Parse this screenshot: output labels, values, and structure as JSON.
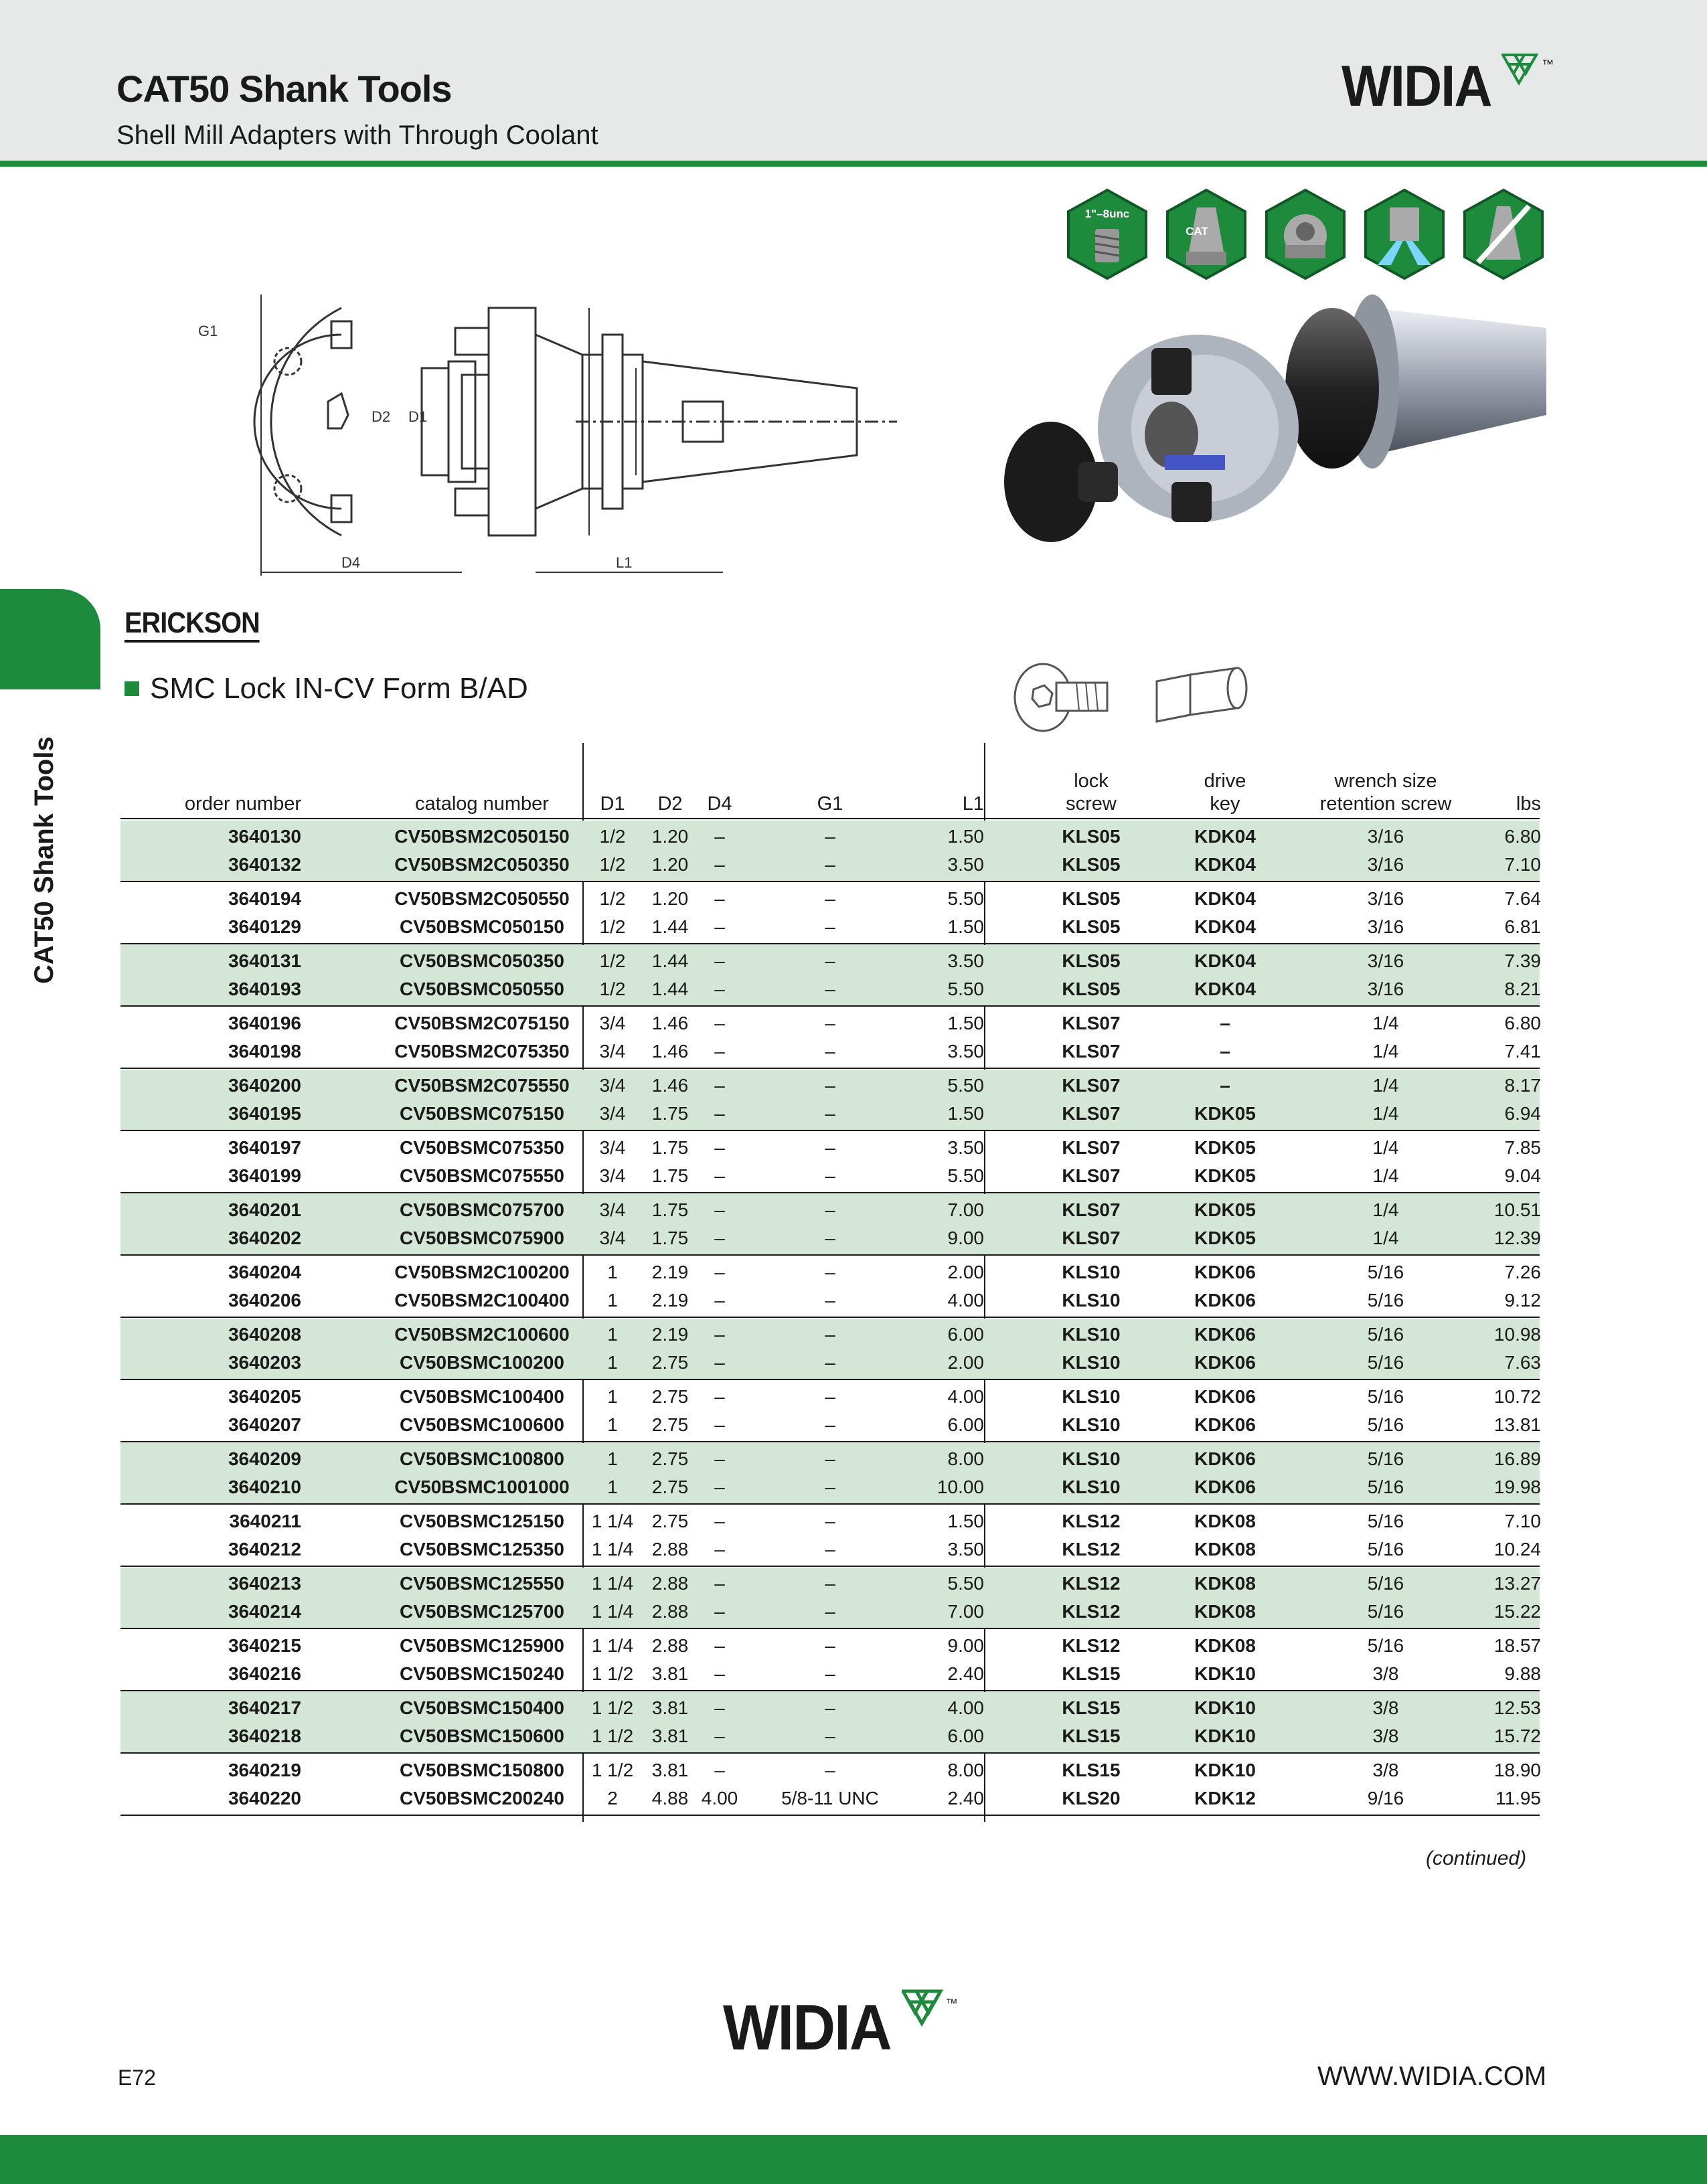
{
  "header": {
    "title": "CAT50 Shank Tools",
    "subtitle": "Shell Mill Adapters with Through Coolant",
    "logo": "WIDIA",
    "logo_tm": "™"
  },
  "side_tab": {
    "label": "CAT50 Shank Tools"
  },
  "feature_icons": [
    {
      "name": "thread-icon",
      "text": "1\"–8unc"
    },
    {
      "name": "cat-taper-icon",
      "text": "CAT"
    },
    {
      "name": "adapter-icon",
      "text": ""
    },
    {
      "name": "coolant-icon",
      "text": ""
    },
    {
      "name": "no-balance-icon",
      "text": ""
    }
  ],
  "drawing_labels": {
    "g1": "G1",
    "d2": "D2",
    "d1": "D1",
    "d4": "D4",
    "l1": "L1"
  },
  "brand": "ERICKSON",
  "section_title": "SMC Lock IN-CV Form B/AD",
  "table": {
    "headers": {
      "order_number": "order number",
      "catalog_number": "catalog number",
      "d1": "D1",
      "d2": "D2",
      "d4": "D4",
      "g1": "G1",
      "l1": "L1",
      "lock_screw_1": "lock",
      "lock_screw_2": "screw",
      "drive_key_1": "drive",
      "drive_key_2": "key",
      "wrench_1": "wrench size",
      "wrench_2": "retention screw",
      "lbs": "lbs"
    },
    "groups": [
      {
        "shade": true,
        "rows": [
          [
            "3640130",
            "CV50BSM2C050150",
            "1/2",
            "1.20",
            "–",
            "–",
            "1.50",
            "KLS05",
            "KDK04",
            "3/16",
            "6.80"
          ],
          [
            "3640132",
            "CV50BSM2C050350",
            "1/2",
            "1.20",
            "–",
            "–",
            "3.50",
            "KLS05",
            "KDK04",
            "3/16",
            "7.10"
          ]
        ]
      },
      {
        "shade": false,
        "rows": [
          [
            "3640194",
            "CV50BSM2C050550",
            "1/2",
            "1.20",
            "–",
            "–",
            "5.50",
            "KLS05",
            "KDK04",
            "3/16",
            "7.64"
          ],
          [
            "3640129",
            "CV50BSMC050150",
            "1/2",
            "1.44",
            "–",
            "–",
            "1.50",
            "KLS05",
            "KDK04",
            "3/16",
            "6.81"
          ]
        ]
      },
      {
        "shade": true,
        "rows": [
          [
            "3640131",
            "CV50BSMC050350",
            "1/2",
            "1.44",
            "–",
            "–",
            "3.50",
            "KLS05",
            "KDK04",
            "3/16",
            "7.39"
          ],
          [
            "3640193",
            "CV50BSMC050550",
            "1/2",
            "1.44",
            "–",
            "–",
            "5.50",
            "KLS05",
            "KDK04",
            "3/16",
            "8.21"
          ]
        ]
      },
      {
        "shade": false,
        "rows": [
          [
            "3640196",
            "CV50BSM2C075150",
            "3/4",
            "1.46",
            "–",
            "–",
            "1.50",
            "KLS07",
            "–",
            "1/4",
            "6.80"
          ],
          [
            "3640198",
            "CV50BSM2C075350",
            "3/4",
            "1.46",
            "–",
            "–",
            "3.50",
            "KLS07",
            "–",
            "1/4",
            "7.41"
          ]
        ]
      },
      {
        "shade": true,
        "rows": [
          [
            "3640200",
            "CV50BSM2C075550",
            "3/4",
            "1.46",
            "–",
            "–",
            "5.50",
            "KLS07",
            "–",
            "1/4",
            "8.17"
          ],
          [
            "3640195",
            "CV50BSMC075150",
            "3/4",
            "1.75",
            "–",
            "–",
            "1.50",
            "KLS07",
            "KDK05",
            "1/4",
            "6.94"
          ]
        ]
      },
      {
        "shade": false,
        "rows": [
          [
            "3640197",
            "CV50BSMC075350",
            "3/4",
            "1.75",
            "–",
            "–",
            "3.50",
            "KLS07",
            "KDK05",
            "1/4",
            "7.85"
          ],
          [
            "3640199",
            "CV50BSMC075550",
            "3/4",
            "1.75",
            "–",
            "–",
            "5.50",
            "KLS07",
            "KDK05",
            "1/4",
            "9.04"
          ]
        ]
      },
      {
        "shade": true,
        "rows": [
          [
            "3640201",
            "CV50BSMC075700",
            "3/4",
            "1.75",
            "–",
            "–",
            "7.00",
            "KLS07",
            "KDK05",
            "1/4",
            "10.51"
          ],
          [
            "3640202",
            "CV50BSMC075900",
            "3/4",
            "1.75",
            "–",
            "–",
            "9.00",
            "KLS07",
            "KDK05",
            "1/4",
            "12.39"
          ]
        ]
      },
      {
        "shade": false,
        "rows": [
          [
            "3640204",
            "CV50BSM2C100200",
            "1",
            "2.19",
            "–",
            "–",
            "2.00",
            "KLS10",
            "KDK06",
            "5/16",
            "7.26"
          ],
          [
            "3640206",
            "CV50BSM2C100400",
            "1",
            "2.19",
            "–",
            "–",
            "4.00",
            "KLS10",
            "KDK06",
            "5/16",
            "9.12"
          ]
        ]
      },
      {
        "shade": true,
        "rows": [
          [
            "3640208",
            "CV50BSM2C100600",
            "1",
            "2.19",
            "–",
            "–",
            "6.00",
            "KLS10",
            "KDK06",
            "5/16",
            "10.98"
          ],
          [
            "3640203",
            "CV50BSMC100200",
            "1",
            "2.75",
            "–",
            "–",
            "2.00",
            "KLS10",
            "KDK06",
            "5/16",
            "7.63"
          ]
        ]
      },
      {
        "shade": false,
        "rows": [
          [
            "3640205",
            "CV50BSMC100400",
            "1",
            "2.75",
            "–",
            "–",
            "4.00",
            "KLS10",
            "KDK06",
            "5/16",
            "10.72"
          ],
          [
            "3640207",
            "CV50BSMC100600",
            "1",
            "2.75",
            "–",
            "–",
            "6.00",
            "KLS10",
            "KDK06",
            "5/16",
            "13.81"
          ]
        ]
      },
      {
        "shade": true,
        "rows": [
          [
            "3640209",
            "CV50BSMC100800",
            "1",
            "2.75",
            "–",
            "–",
            "8.00",
            "KLS10",
            "KDK06",
            "5/16",
            "16.89"
          ],
          [
            "3640210",
            "CV50BSMC1001000",
            "1",
            "2.75",
            "–",
            "–",
            "10.00",
            "KLS10",
            "KDK06",
            "5/16",
            "19.98"
          ]
        ]
      },
      {
        "shade": false,
        "rows": [
          [
            "3640211",
            "CV50BSMC125150",
            "1 1/4",
            "2.75",
            "–",
            "–",
            "1.50",
            "KLS12",
            "KDK08",
            "5/16",
            "7.10"
          ],
          [
            "3640212",
            "CV50BSMC125350",
            "1 1/4",
            "2.88",
            "–",
            "–",
            "3.50",
            "KLS12",
            "KDK08",
            "5/16",
            "10.24"
          ]
        ]
      },
      {
        "shade": true,
        "rows": [
          [
            "3640213",
            "CV50BSMC125550",
            "1 1/4",
            "2.88",
            "–",
            "–",
            "5.50",
            "KLS12",
            "KDK08",
            "5/16",
            "13.27"
          ],
          [
            "3640214",
            "CV50BSMC125700",
            "1 1/4",
            "2.88",
            "–",
            "–",
            "7.00",
            "KLS12",
            "KDK08",
            "5/16",
            "15.22"
          ]
        ]
      },
      {
        "shade": false,
        "rows": [
          [
            "3640215",
            "CV50BSMC125900",
            "1 1/4",
            "2.88",
            "–",
            "–",
            "9.00",
            "KLS12",
            "KDK08",
            "5/16",
            "18.57"
          ],
          [
            "3640216",
            "CV50BSMC150240",
            "1 1/2",
            "3.81",
            "–",
            "–",
            "2.40",
            "KLS15",
            "KDK10",
            "3/8",
            "9.88"
          ]
        ]
      },
      {
        "shade": true,
        "rows": [
          [
            "3640217",
            "CV50BSMC150400",
            "1 1/2",
            "3.81",
            "–",
            "–",
            "4.00",
            "KLS15",
            "KDK10",
            "3/8",
            "12.53"
          ],
          [
            "3640218",
            "CV50BSMC150600",
            "1 1/2",
            "3.81",
            "–",
            "–",
            "6.00",
            "KLS15",
            "KDK10",
            "3/8",
            "15.72"
          ]
        ]
      },
      {
        "shade": false,
        "rows": [
          [
            "3640219",
            "CV50BSMC150800",
            "1 1/2",
            "3.81",
            "–",
            "–",
            "8.00",
            "KLS15",
            "KDK10",
            "3/8",
            "18.90"
          ],
          [
            "3640220",
            "CV50BSMC200240",
            "2",
            "4.88",
            "4.00",
            "5/8-11 UNC",
            "2.40",
            "KLS20",
            "KDK12",
            "9/16",
            "11.95"
          ]
        ]
      }
    ]
  },
  "continued": "(continued)",
  "footer": {
    "page_number": "E72",
    "website": "WWW.WIDIA.COM",
    "logo": "WIDIA",
    "logo_tm": "™"
  },
  "colors": {
    "brand_green": "#1e8a3c",
    "row_shade": "#d4e6d5",
    "header_gray": "#e7e8e8"
  }
}
